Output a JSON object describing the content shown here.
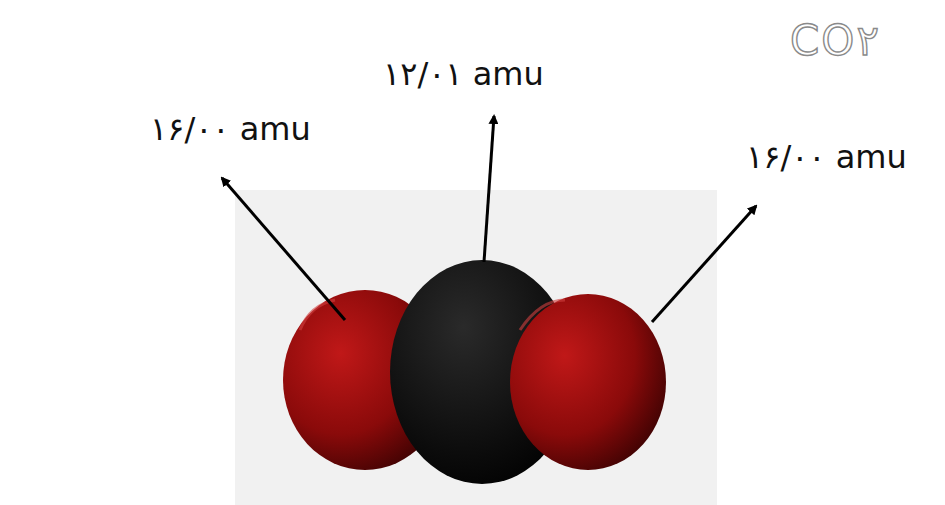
{
  "diagram": {
    "labels": [
      "۱۶/۰۰ amu",
      "۱۲/۰۱ amu",
      "۱۶/۰۰ amu",
      "CO۲"
    ]
  }
}
